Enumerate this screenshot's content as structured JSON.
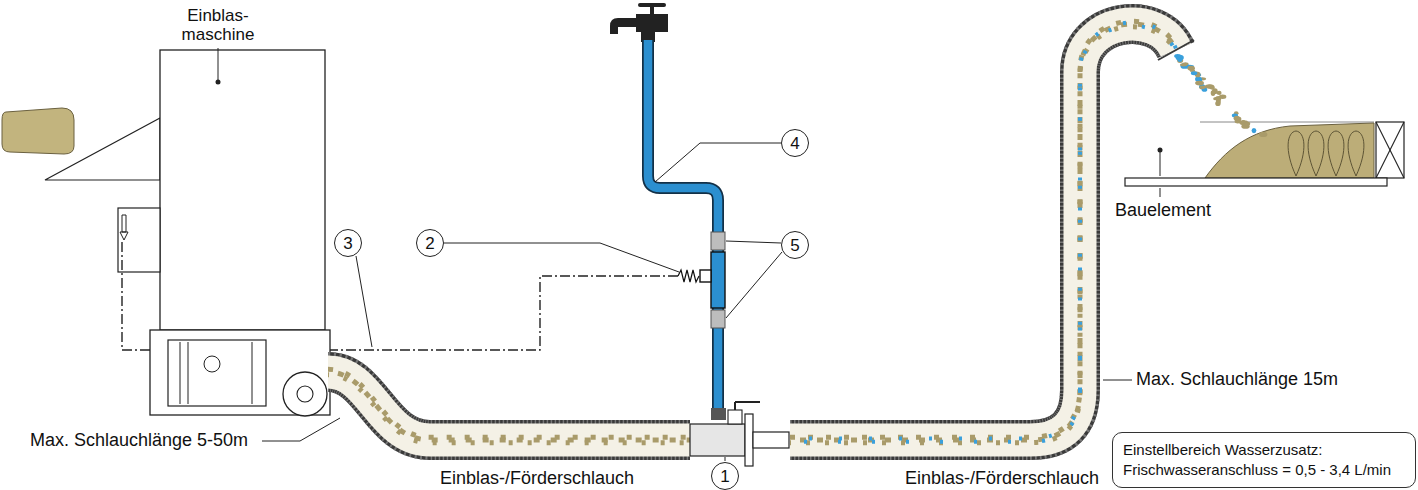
{
  "diagram": {
    "nodes": [
      {
        "text": [
          "1"
        ]
      },
      {
        "text": [
          "2"
        ]
      },
      {
        "text": [
          "3"
        ]
      },
      {
        "text": [
          "4"
        ]
      },
      {
        "text": [
          "5"
        ]
      },
      {
        "text": [
          "Einstellbereich Wasserzusatz: Frischwasseranschluss = 0,5 - 3,4 L/min"
        ]
      }
    ],
    "labels": [
      "Einblas- maschine",
      "Max. Schlauchlänge 5-50m",
      "Einblas-/Förderschlauch",
      "Einblas-/Förderschlauch",
      "Max. Schlauchlänge 15m",
      "Bauelement"
    ]
  }
}
